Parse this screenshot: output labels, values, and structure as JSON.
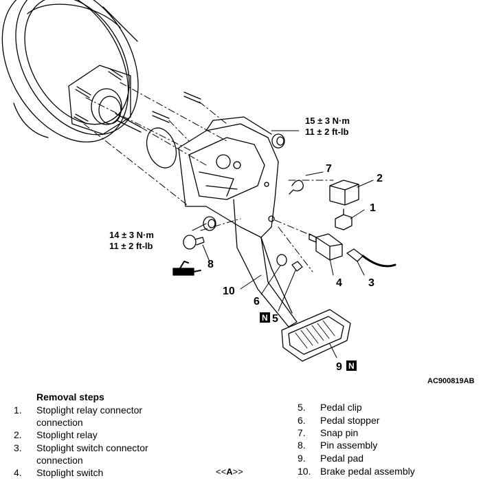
{
  "figure_id": "AC900819AB",
  "torque_upper": {
    "line1": "15 ± 3 N·m",
    "line2": "11 ± 2 ft-lb"
  },
  "torque_lower": {
    "line1": "14 ± 3 N·m",
    "line2": "11 ± 2 ft-lb"
  },
  "callouts": {
    "c1": "1",
    "c2": "2",
    "c3": "3",
    "c4": "4",
    "c5": "5",
    "c6": "6",
    "c7": "7",
    "c8": "8",
    "c9": "9",
    "c10": "10",
    "new_part_mark": "N"
  },
  "removal": {
    "title": "Removal steps",
    "left": [
      {
        "num": "1.",
        "lines": [
          "Stoplight relay connector",
          "connection"
        ]
      },
      {
        "num": "2.",
        "lines": [
          "Stoplight relay"
        ]
      },
      {
        "num": "3.",
        "lines": [
          "Stoplight switch connector",
          "connection"
        ]
      },
      {
        "num": "4.",
        "lines": [
          "Stoplight switch"
        ]
      }
    ],
    "right": [
      {
        "num": "5.",
        "text": "Pedal clip"
      },
      {
        "num": "6.",
        "text": "Pedal stopper"
      },
      {
        "num": "7.",
        "text": "Snap pin"
      },
      {
        "num": "8.",
        "text": "Pin assembly"
      },
      {
        "num": "9.",
        "text": "Pedal pad"
      },
      {
        "num": "10.",
        "text": "Brake pedal assembly"
      }
    ],
    "ref_prefix": "<<",
    "ref_letter": "A",
    "ref_suffix": ">>"
  }
}
